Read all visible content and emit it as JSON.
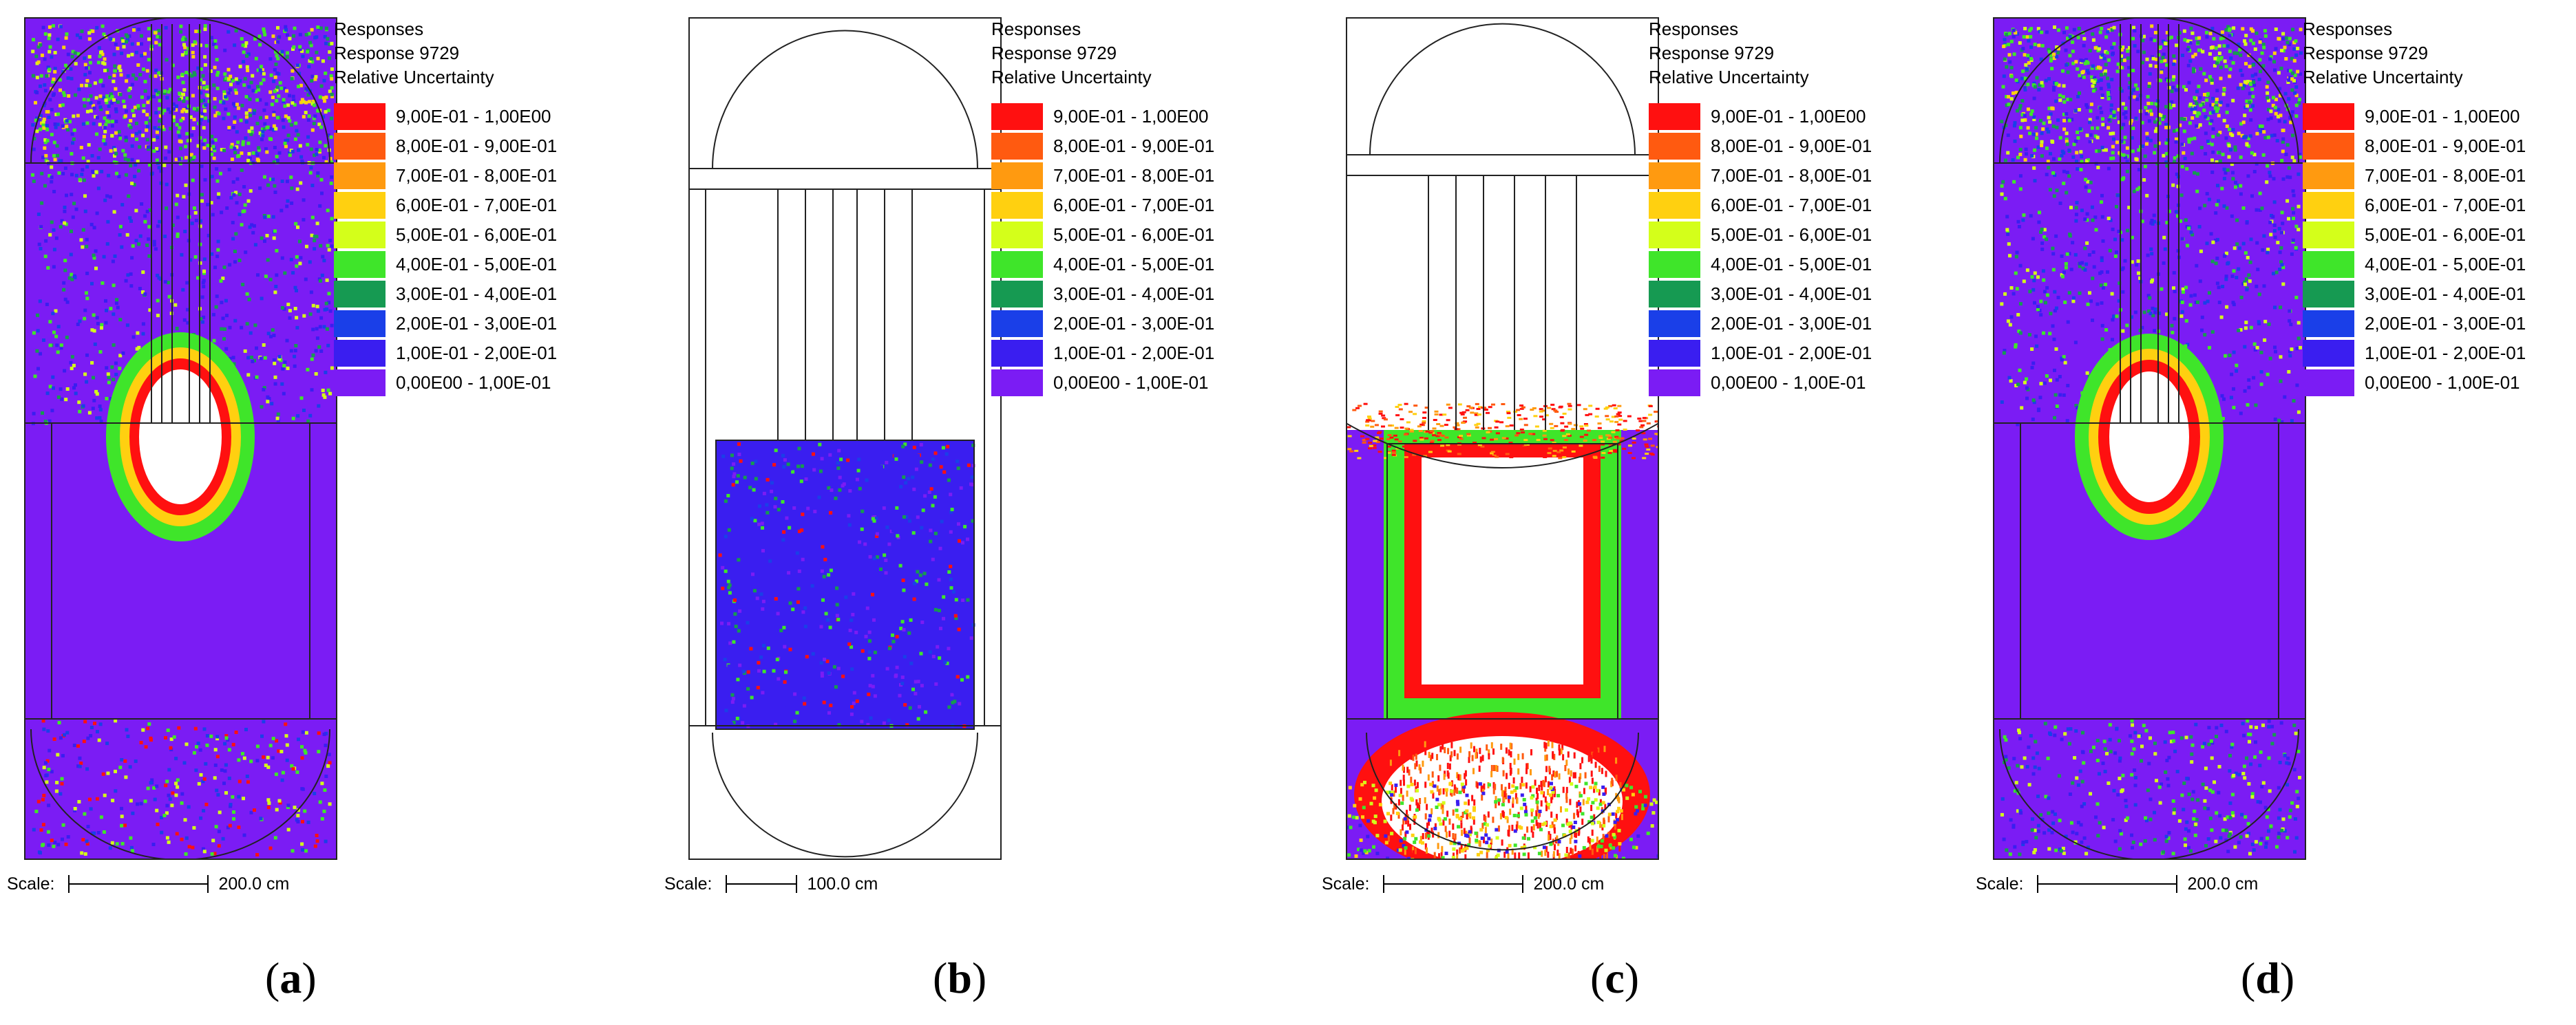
{
  "legend": {
    "header": [
      "Responses",
      "Response 9729",
      "Relative Uncertainty"
    ],
    "items": [
      {
        "label": "9,00E-01 - 1,00E00",
        "color": "#ff1010"
      },
      {
        "label": "8,00E-01 - 9,00E-01",
        "color": "#ff5a10"
      },
      {
        "label": "7,00E-01 - 8,00E-01",
        "color": "#ff9a10"
      },
      {
        "label": "6,00E-01 - 7,00E-01",
        "color": "#ffd010"
      },
      {
        "label": "5,00E-01 - 6,00E-01",
        "color": "#d4ff1a"
      },
      {
        "label": "4,00E-01 - 5,00E-01",
        "color": "#3fe52a"
      },
      {
        "label": "3,00E-01 - 4,00E-01",
        "color": "#169a52"
      },
      {
        "label": "2,00E-01 - 3,00E-01",
        "color": "#1a3fe8"
      },
      {
        "label": "1,00E-01 - 2,00E-01",
        "color": "#3a1ef0"
      },
      {
        "label": "0,00E00 - 1,00E-01",
        "color": "#7b1cf4"
      }
    ]
  },
  "scale_label": "Scale:",
  "chart_data": [
    {
      "type": "heatmap",
      "panel": "a",
      "caption_letter": "a",
      "scale_value": "200.0 cm",
      "background_class": "0,00E00 - 1,00E-01"
    },
    {
      "type": "heatmap",
      "panel": "b",
      "caption_letter": "b",
      "scale_value": "100.0 cm",
      "background_class": "none"
    },
    {
      "type": "heatmap",
      "panel": "c",
      "caption_letter": "c",
      "scale_value": "200.0 cm",
      "background_class": "0,00E00 - 1,00E-01"
    },
    {
      "type": "heatmap",
      "panel": "d",
      "caption_letter": "d",
      "scale_value": "200.0 cm",
      "background_class": "0,00E00 - 1,00E-01"
    }
  ]
}
